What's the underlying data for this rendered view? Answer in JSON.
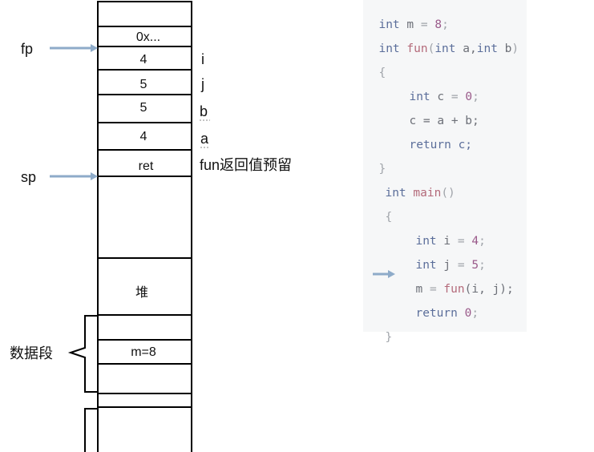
{
  "stack": {
    "cells": [
      "",
      "0x...",
      "4",
      "5",
      "5",
      "4",
      "ret",
      "",
      "堆",
      "",
      "m=8",
      "",
      "",
      ""
    ],
    "side_labels": [
      "i",
      "j",
      "b",
      "a",
      "fun返回值预留"
    ],
    "pointers": {
      "fp": "fp",
      "sp": "sp"
    },
    "data_segment_label": "数据段"
  },
  "colors": {
    "pointer_arrow": "#8eabc9",
    "code_background": "#f6f7f8",
    "keyword": "#5b6e9a",
    "function_name": "#b46a7a",
    "number": "#9a5a8a"
  },
  "code": {
    "line1": {
      "kw": "int",
      "id": " m ",
      "op": "= ",
      "num": "8",
      "tail": ";"
    },
    "line2": {
      "kw": "int",
      "fn": " fun",
      "p1": "(",
      "kw2": "int",
      "a": " a,",
      "kw3": "int",
      "b": " b",
      "p2": ")"
    },
    "line3": "{",
    "line4": {
      "kw": "int",
      "id": " c ",
      "op": "= ",
      "num": "0",
      "tail": ";"
    },
    "line5": "c = a + b;",
    "line6": "return c;",
    "line7": "}",
    "line8": {
      "kw": "int",
      "fn": " main",
      "tail": "()"
    },
    "line9": "{",
    "line10": {
      "kw": "int",
      "id": " i ",
      "op": "= ",
      "num": "4",
      "tail": ";"
    },
    "line11": {
      "kw": "int",
      "id": " j ",
      "op": "= ",
      "num": "5",
      "tail": ";"
    },
    "line12": {
      "id": "m ",
      "op": "= ",
      "fn": "fun",
      "tail": "(i, j);"
    },
    "line13": {
      "id": "return ",
      "num": "0",
      "tail": ";"
    },
    "line14": "}"
  }
}
